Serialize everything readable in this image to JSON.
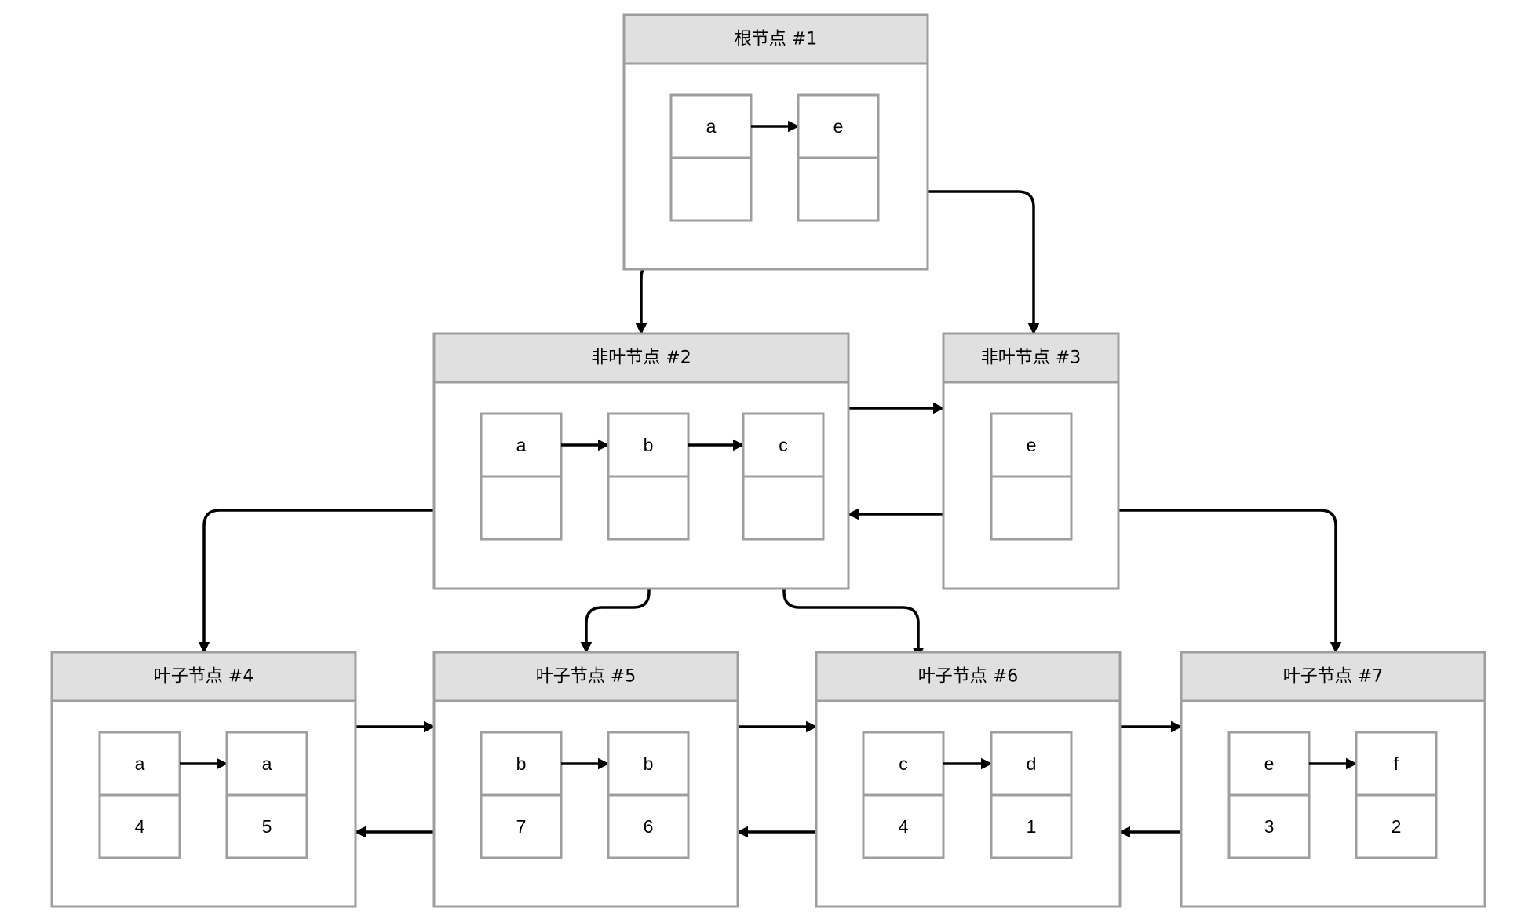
{
  "colors": {
    "border": "#9e9e9e",
    "header_fill": "#e0e0e0",
    "box_fill": "#ffffff",
    "line": "#000000",
    "text": "#000000"
  },
  "nodes": [
    {
      "id": "n1",
      "title": "根节点 #1",
      "entries": [
        {
          "key": "a",
          "value": ""
        },
        {
          "key": "e",
          "value": ""
        }
      ]
    },
    {
      "id": "n2",
      "title": "非叶节点 #2",
      "entries": [
        {
          "key": "a",
          "value": ""
        },
        {
          "key": "b",
          "value": ""
        },
        {
          "key": "c",
          "value": ""
        }
      ]
    },
    {
      "id": "n3",
      "title": "非叶节点 #3",
      "entries": [
        {
          "key": "e",
          "value": ""
        }
      ]
    },
    {
      "id": "n4",
      "title": "叶子节点 #4",
      "entries": [
        {
          "key": "a",
          "value": "4"
        },
        {
          "key": "a",
          "value": "5"
        }
      ]
    },
    {
      "id": "n5",
      "title": "叶子节点 #5",
      "entries": [
        {
          "key": "b",
          "value": "7"
        },
        {
          "key": "b",
          "value": "6"
        }
      ]
    },
    {
      "id": "n6",
      "title": "叶子节点 #6",
      "entries": [
        {
          "key": "c",
          "value": "4"
        },
        {
          "key": "d",
          "value": "1"
        }
      ]
    },
    {
      "id": "n7",
      "title": "叶子节点 #7",
      "entries": [
        {
          "key": "e",
          "value": "3"
        },
        {
          "key": "f",
          "value": "2"
        }
      ]
    }
  ],
  "edges": [
    {
      "from": "n1.entry0",
      "to": "n2",
      "kind": "child-pointer"
    },
    {
      "from": "n1.entry1",
      "to": "n3",
      "kind": "child-pointer"
    },
    {
      "from": "n2.entry0",
      "to": "n4",
      "kind": "child-pointer"
    },
    {
      "from": "n2.entry1",
      "to": "n5",
      "kind": "child-pointer"
    },
    {
      "from": "n2.entry2",
      "to": "n6",
      "kind": "child-pointer"
    },
    {
      "from": "n3.entry0",
      "to": "n7",
      "kind": "child-pointer"
    },
    {
      "from": "n2",
      "to": "n3",
      "kind": "sibling-next"
    },
    {
      "from": "n3",
      "to": "n2",
      "kind": "sibling-prev"
    },
    {
      "from": "n4",
      "to": "n5",
      "kind": "sibling-next"
    },
    {
      "from": "n5",
      "to": "n4",
      "kind": "sibling-prev"
    },
    {
      "from": "n5",
      "to": "n6",
      "kind": "sibling-next"
    },
    {
      "from": "n6",
      "to": "n5",
      "kind": "sibling-prev"
    },
    {
      "from": "n6",
      "to": "n7",
      "kind": "sibling-next"
    },
    {
      "from": "n7",
      "to": "n6",
      "kind": "sibling-prev"
    }
  ]
}
